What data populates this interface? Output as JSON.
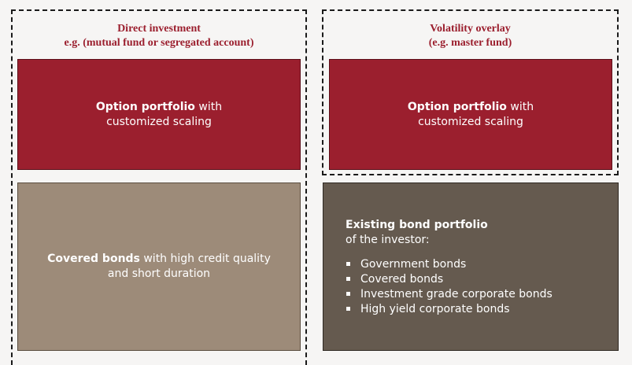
{
  "left_column": {
    "title_line1": "Direct investment",
    "title_line2": "e.g. (mutual fund or segregated account)"
  },
  "right_column": {
    "title_line1": "Volatility overlay",
    "title_line2": "(e.g. master fund)"
  },
  "option_portfolio": {
    "bold": "Option portfolio",
    "rest": " with",
    "line2": "customized scaling"
  },
  "covered_bonds_box": {
    "bold": "Covered bonds",
    "rest": " with high credit quality",
    "line2": "and short duration"
  },
  "existing_box": {
    "title": "Existing bond portfolio",
    "subtitle": "of the investor:",
    "items": [
      "Government bonds",
      "Covered bonds",
      "Investment grade corporate bonds",
      "High yield corporate bonds"
    ]
  },
  "colors": {
    "option": "#9b1f2e",
    "covered": "#9d8b79",
    "existing": "#655a4f",
    "title_text": "#9b1f2e"
  }
}
